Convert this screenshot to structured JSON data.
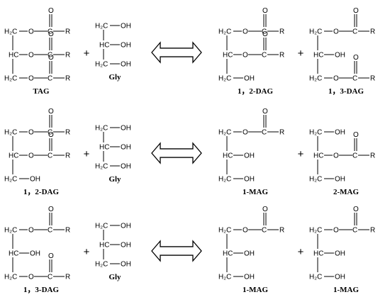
{
  "atoms": {
    "ch2_left": "H₂C",
    "ch2_right_top": "H₂C",
    "ch": "HC",
    "oh": "OH",
    "o": "O",
    "c": "C",
    "r": "R",
    "plus": "+"
  },
  "rows": [
    {
      "reactants": [
        "TAG",
        "Gly"
      ],
      "products": [
        "1，2-DAG",
        "1，3-DAG"
      ]
    },
    {
      "reactants": [
        "1，2-DAG",
        "Gly"
      ],
      "products": [
        "1-MAG",
        "2-MAG"
      ]
    },
    {
      "reactants": [
        "1，3-DAG",
        "Gly"
      ],
      "products": [
        "1-MAG",
        "1-MAG"
      ]
    }
  ]
}
